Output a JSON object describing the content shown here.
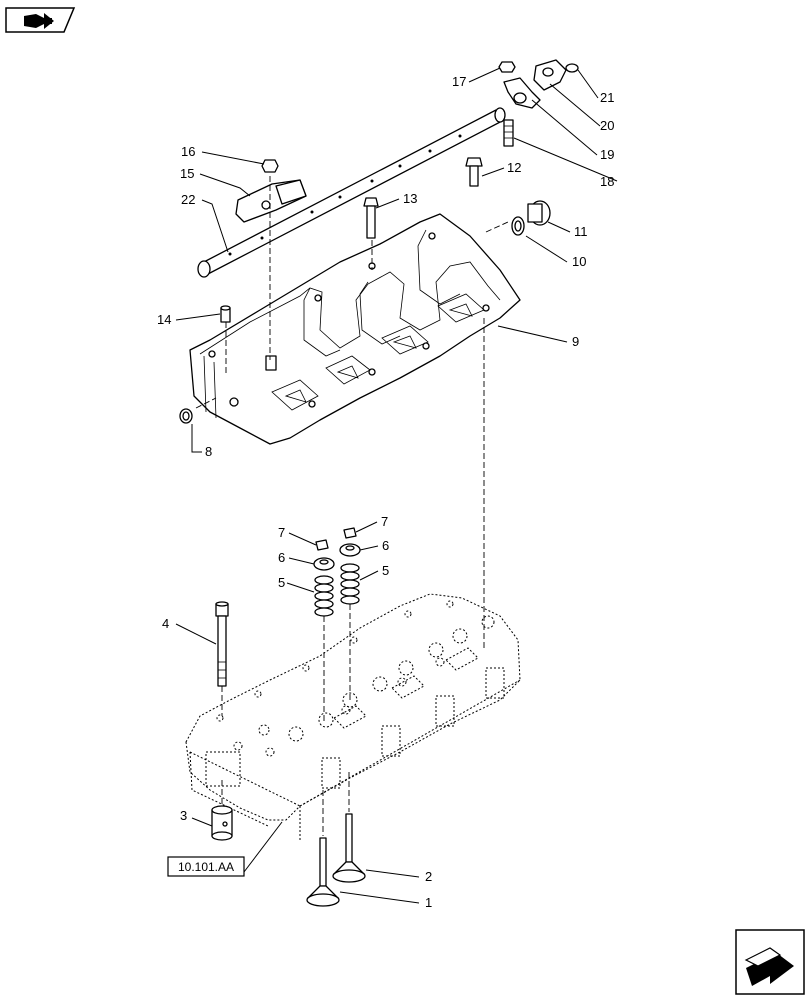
{
  "reference_box": {
    "label": "10.101.AA"
  },
  "icons": {
    "top_left": "book-with-arrow-icon",
    "bottom_right": "next-page-arrow-icon"
  },
  "callouts": [
    "1",
    "2",
    "3",
    "4",
    "5",
    "5",
    "6",
    "6",
    "7",
    "7",
    "8",
    "9",
    "10",
    "11",
    "12",
    "13",
    "14",
    "15",
    "16",
    "17",
    "18",
    "19",
    "20",
    "21",
    "22"
  ]
}
